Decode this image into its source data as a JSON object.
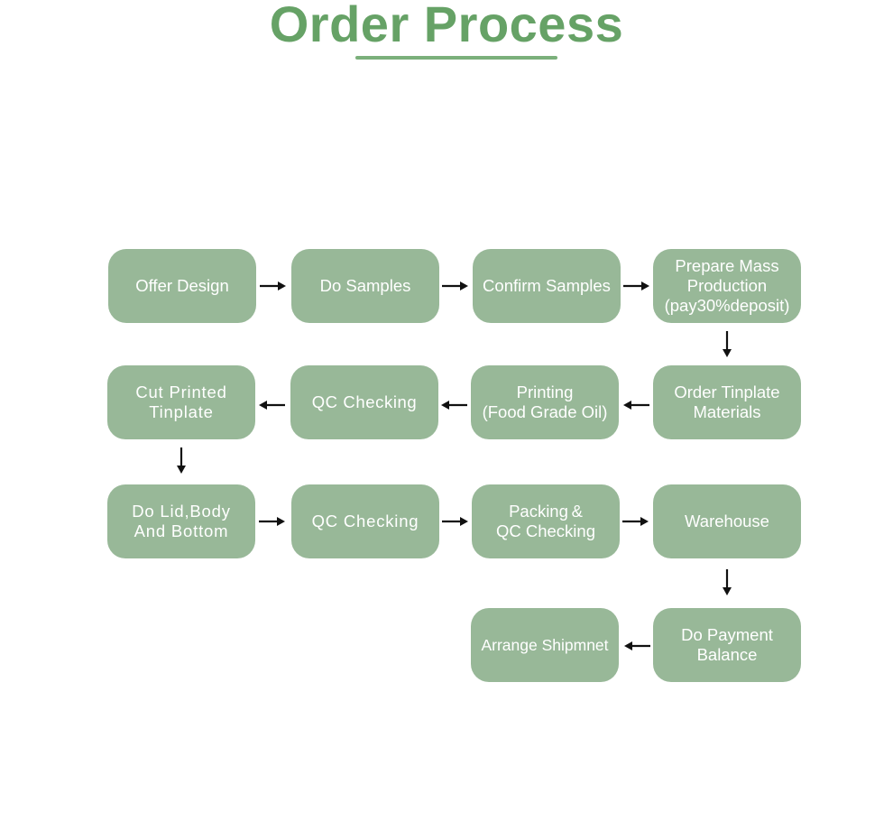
{
  "title": "Order Process",
  "colors": {
    "title": "#66a266",
    "box": "#98b898",
    "box_text": "#ffffff",
    "arrow": "#111111"
  },
  "steps": [
    {
      "label": "Offer Design"
    },
    {
      "label": "Do Samples"
    },
    {
      "label": "Confirm Samples"
    },
    {
      "label": "Prepare Mass\nProduction\n(pay30%deposit)"
    },
    {
      "label": "Order Tinplate\nMaterials"
    },
    {
      "label": "Printing\n(Food Grade Oil)"
    },
    {
      "label": "QC Checking"
    },
    {
      "label": "Cut Printed\nTinplate"
    },
    {
      "label": "Do Lid,Body\nAnd Bottom"
    },
    {
      "label": "QC Checking"
    },
    {
      "label": "Packing &\nQC Checking"
    },
    {
      "label": "Warehouse"
    },
    {
      "label": "Do Payment\nBalance"
    },
    {
      "label": "Arrange Shipmnet"
    }
  ],
  "arrows": [
    {
      "from": 1,
      "to": 2,
      "direction": "right"
    },
    {
      "from": 2,
      "to": 3,
      "direction": "right"
    },
    {
      "from": 3,
      "to": 4,
      "direction": "right"
    },
    {
      "from": 4,
      "to": 5,
      "direction": "down"
    },
    {
      "from": 5,
      "to": 6,
      "direction": "left"
    },
    {
      "from": 6,
      "to": 7,
      "direction": "left"
    },
    {
      "from": 7,
      "to": 8,
      "direction": "left"
    },
    {
      "from": 8,
      "to": 9,
      "direction": "down"
    },
    {
      "from": 9,
      "to": 10,
      "direction": "right"
    },
    {
      "from": 10,
      "to": 11,
      "direction": "right"
    },
    {
      "from": 11,
      "to": 12,
      "direction": "right"
    },
    {
      "from": 12,
      "to": 13,
      "direction": "down"
    },
    {
      "from": 13,
      "to": 14,
      "direction": "left"
    }
  ]
}
